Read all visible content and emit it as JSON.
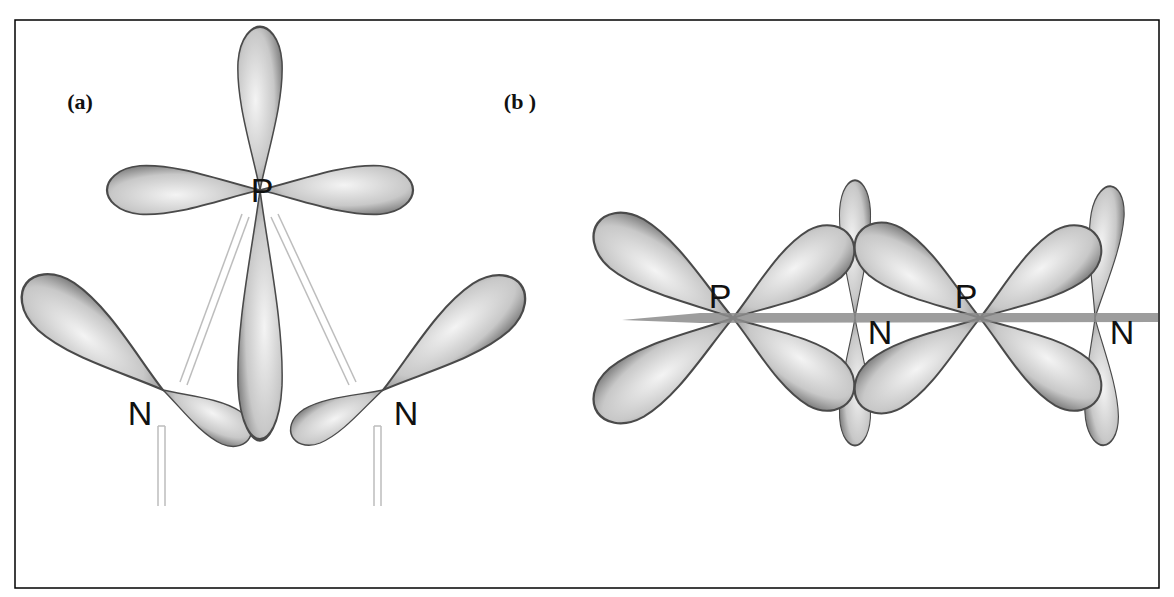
{
  "diagram": {
    "labels": [
      "(a)",
      "P",
      "N",
      "N",
      "(b )",
      "P",
      "N",
      "P",
      "N"
    ]
  }
}
